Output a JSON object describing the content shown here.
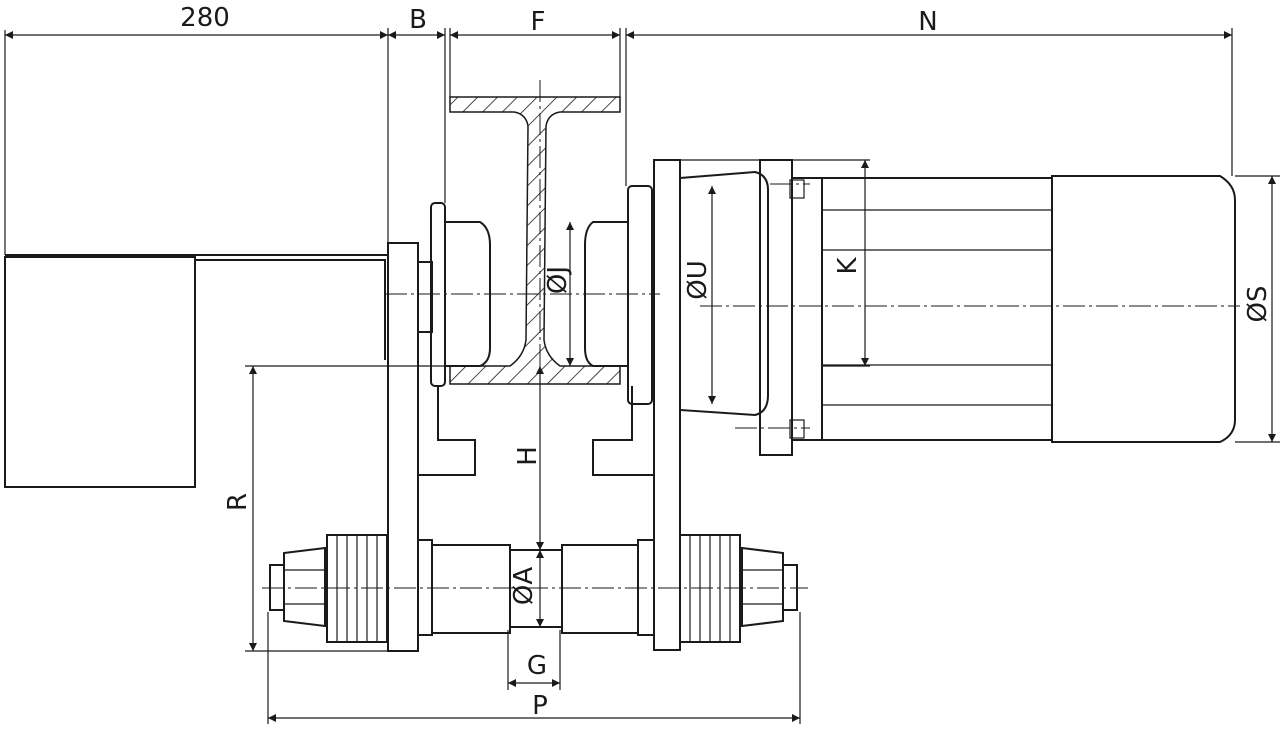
{
  "dimensions": {
    "width_280": "280",
    "B": "B",
    "F": "F",
    "N": "N",
    "K": "K",
    "J": "ØJ",
    "U": "ØU",
    "S": "ØS",
    "H": "H",
    "R": "R",
    "A": "ØA",
    "G": "G",
    "P": "P"
  }
}
